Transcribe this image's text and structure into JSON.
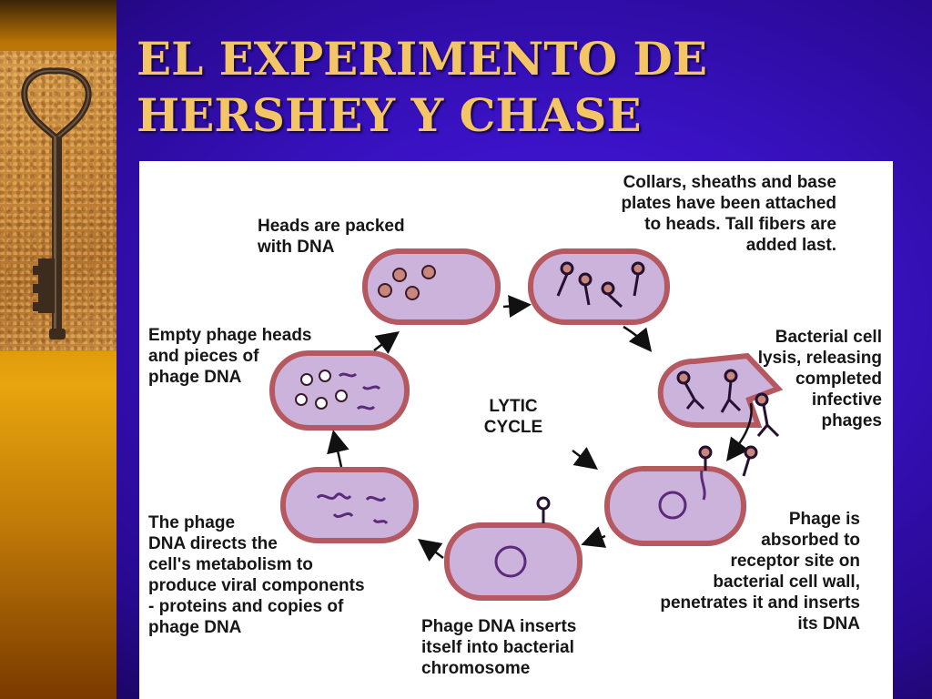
{
  "slide": {
    "title_line1": "EL EXPERIMENTO DE",
    "title_line2": "HERSHEY Y CHASE"
  },
  "diagram": {
    "center_label": "LYTIC\nCYCLE",
    "labels": {
      "heads_packed": "Heads are packed\nwith DNA",
      "collars": "Collars, sheaths and base\nplates have been attached\nto heads.  Tall fibers are\nadded last.",
      "lysis": "Bacterial cell\nlysis, releasing\ncompleted\ninfective\nphages",
      "absorbed": "Phage is\nabsorbed to\nreceptor site on\nbacterial cell wall,\npenetrates it and inserts\nits DNA",
      "inserts": "Phage DNA inserts\nitself into bacterial\nchromosome",
      "directs": "The phage\nDNA directs the\ncell's metabolism to\nproduce viral components\n- proteins and copies of\nphage DNA",
      "empty": "Empty phage heads\nand pieces of\nphage DNA"
    },
    "colors": {
      "cell_fill": "#ccb3dc",
      "cell_border": "#b5585f",
      "dna": "#5b2a7a",
      "phage_head": "#c8877a"
    }
  }
}
